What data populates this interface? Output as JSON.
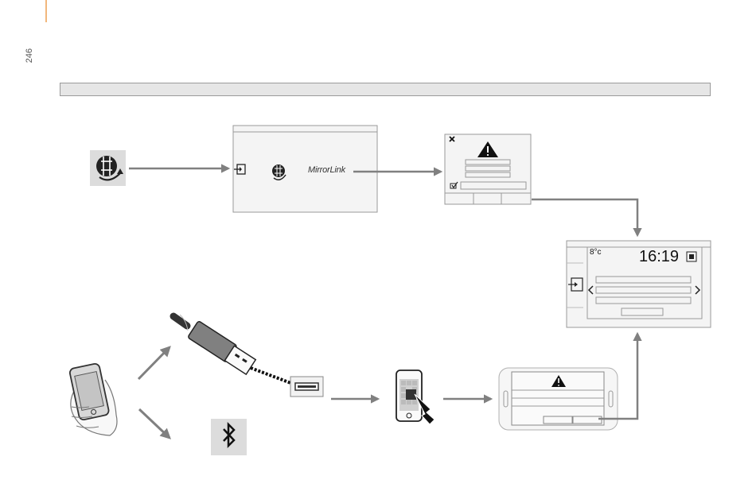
{
  "page": {
    "number": "246"
  },
  "screens": {
    "connectivity_menu": {
      "mirrorlink_label": "MirrorLink"
    },
    "home_screen": {
      "temperature": "8°c",
      "clock": "16:19"
    }
  },
  "icons": [
    "connected-services-globe-icon",
    "source-entry-icon",
    "mirrorlink-globe-icon",
    "warning-icon",
    "close-icon",
    "checkbox-icon",
    "usb-cable-icon",
    "usb-port-icon",
    "smartphone-in-hand-icon",
    "smartphone-tap-icon",
    "bluetooth-icon",
    "chevron-left-icon",
    "chevron-right-icon"
  ],
  "colors": {
    "accent": "#f2b77c",
    "arrow": "#808080",
    "panel_border": "#9a9a9a",
    "panel_fill": "#f4f4f4"
  }
}
